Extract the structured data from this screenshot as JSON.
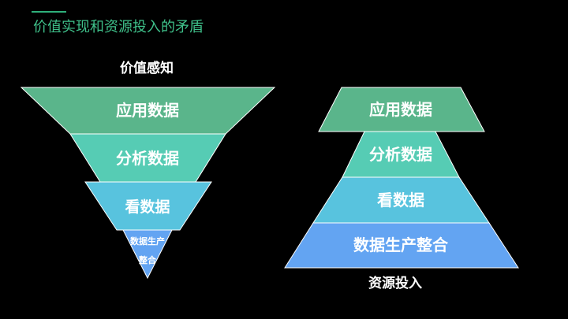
{
  "title": "价值实现和资源投入的矛盾",
  "funnel": {
    "label": "价值感知",
    "layers": [
      {
        "label": "应用数据",
        "color": "#5ab58b"
      },
      {
        "label": "分析数据",
        "color": "#56ccb4"
      },
      {
        "label": "看数据",
        "color": "#58c3de"
      },
      {
        "label": "数据生产整合",
        "line1": "数据生产",
        "line2": "整合",
        "color": "#63a4f2"
      }
    ]
  },
  "pyramid": {
    "label": "资源投入",
    "layers": [
      {
        "label": "应用数据",
        "color": "#5ab58b"
      },
      {
        "label": "分析数据",
        "color": "#56ccb4"
      },
      {
        "label": "看数据",
        "color": "#58c3de"
      },
      {
        "label": "数据生产整合",
        "color": "#63a4f2"
      }
    ]
  }
}
